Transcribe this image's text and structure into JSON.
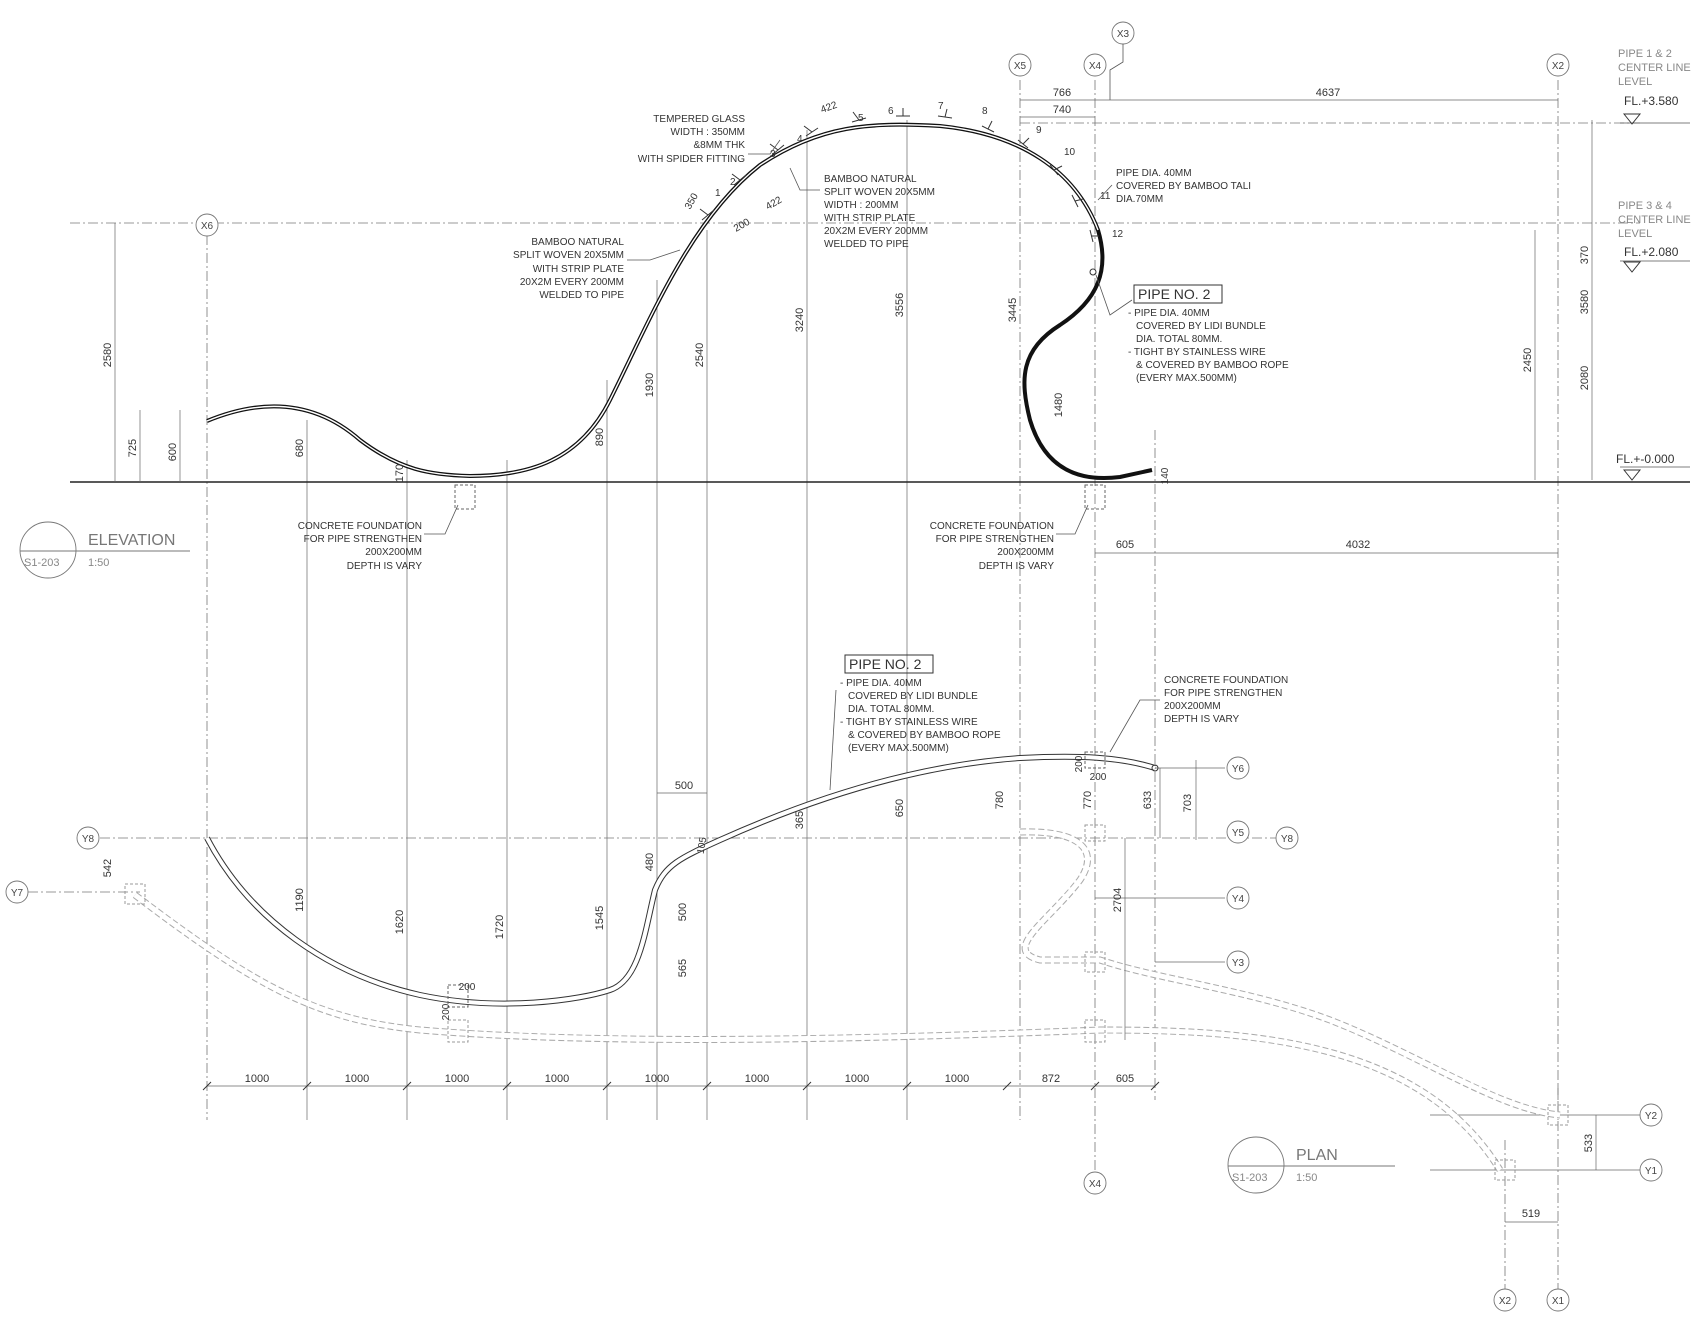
{
  "elevation": {
    "title": "ELEVATION",
    "sheet_ref": "S1-203",
    "scale": "1:50",
    "grid_bubbles": [
      "X6",
      "X5",
      "X4",
      "X3",
      "X2"
    ],
    "levels": [
      {
        "caption": [
          "PIPE 1 & 2",
          "CENTER LINE",
          "LEVEL"
        ],
        "value": "FL.+3.580"
      },
      {
        "caption": [
          "PIPE 3 & 4",
          "CENTER LINE",
          "LEVEL"
        ],
        "value": "FL.+2.080"
      },
      {
        "caption": [],
        "value": "FL.+-0.000"
      }
    ],
    "panel_numbers": [
      "1",
      "2",
      "3",
      "4",
      "5",
      "6",
      "7",
      "8",
      "9",
      "10",
      "11",
      "12"
    ],
    "notes": {
      "glass": [
        "TEMPERED GLASS",
        "WIDTH : 350MM",
        "&8MM THK",
        "WITH SPIDER FITTING"
      ],
      "bamboo_left": [
        "BAMBOO NATURAL",
        "SPLIT WOVEN 20X5MM",
        "WITH STRIP PLATE",
        "20X2M EVERY 200MM",
        "WELDED TO PIPE"
      ],
      "bamboo_right": [
        "BAMBOO NATURAL",
        "SPLIT WOVEN 20X5MM",
        "WIDTH : 200MM",
        "WITH STRIP PLATE",
        "20X2M EVERY 200MM",
        "WELDED TO PIPE"
      ],
      "pipe_tali": [
        "PIPE DIA. 40MM",
        "COVERED BY BAMBOO TALI",
        "DIA.70MM"
      ],
      "pipe_no2_tag": "PIPE NO. 2",
      "pipe_no2": [
        "- PIPE DIA. 40MM",
        "COVERED BY LIDI BUNDLE",
        "DIA. TOTAL 80MM.",
        "- TIGHT BY STAINLESS WIRE",
        "& COVERED BY BAMBOO ROPE",
        "(EVERY MAX.500MM)"
      ],
      "foundation_left": [
        "CONCRETE FOUNDATION",
        "FOR PIPE STRENGTHEN",
        "200X200MM",
        "DEPTH IS VARY"
      ],
      "foundation_right": [
        "CONCRETE FOUNDATION",
        "FOR PIPE STRENGTHEN",
        "200X200MM",
        "DEPTH IS VARY"
      ]
    },
    "dims": {
      "top_766": "766",
      "top_740": "740",
      "top_4637": "4637",
      "d422a": "422",
      "d422b": "422",
      "d350": "350",
      "d200": "200",
      "v2580": "2580",
      "v725": "725",
      "v600": "600",
      "v680": "680",
      "v170": "170",
      "v890": "890",
      "v1930": "1930",
      "v2540": "2540",
      "v3240": "3240",
      "v3556": "3556",
      "v3445": "3445",
      "v1480": "1480",
      "v140": "140",
      "v2450": "2450",
      "v370": "370",
      "v3580": "3580",
      "v2080": "2080",
      "b605": "605",
      "b4032": "4032"
    }
  },
  "plan": {
    "title": "PLAN",
    "sheet_ref": "S1-203",
    "scale": "1:50",
    "grid_bubbles": [
      "Y8",
      "Y7",
      "Y6",
      "Y5",
      "Y8",
      "Y4",
      "Y3",
      "X4",
      "Y2",
      "Y1",
      "X2",
      "X1"
    ],
    "notes": {
      "pipe_no2_tag": "PIPE NO. 2",
      "pipe_no2": [
        "- PIPE DIA. 40MM",
        "COVERED BY LIDI BUNDLE",
        "DIA. TOTAL 80MM.",
        "- TIGHT BY STAINLESS WIRE",
        "& COVERED BY BAMBOO ROPE",
        "(EVERY MAX.500MM)"
      ],
      "foundation": [
        "CONCRETE FOUNDATION",
        "FOR PIPE STRENGTHEN",
        "200X200MM",
        "DEPTH IS VARY"
      ]
    },
    "bottom_dims": [
      "1000",
      "1000",
      "1000",
      "1000",
      "1000",
      "1000",
      "1000",
      "1000",
      "872",
      "605"
    ],
    "dims": {
      "v542": "542",
      "v1190": "1190",
      "v1620": "1620",
      "v1720": "1720",
      "v1545": "1545",
      "v480": "480",
      "v105": "105",
      "v365": "365",
      "v650": "650",
      "v780": "780",
      "v770": "770",
      "v633": "633",
      "v703": "703",
      "v2704": "2704",
      "d500a": "500",
      "d500b": "500",
      "d565": "565",
      "d200a": "200",
      "d200b": "200",
      "d200c": "200",
      "d200d": "200",
      "d533": "533",
      "d519": "519"
    }
  }
}
